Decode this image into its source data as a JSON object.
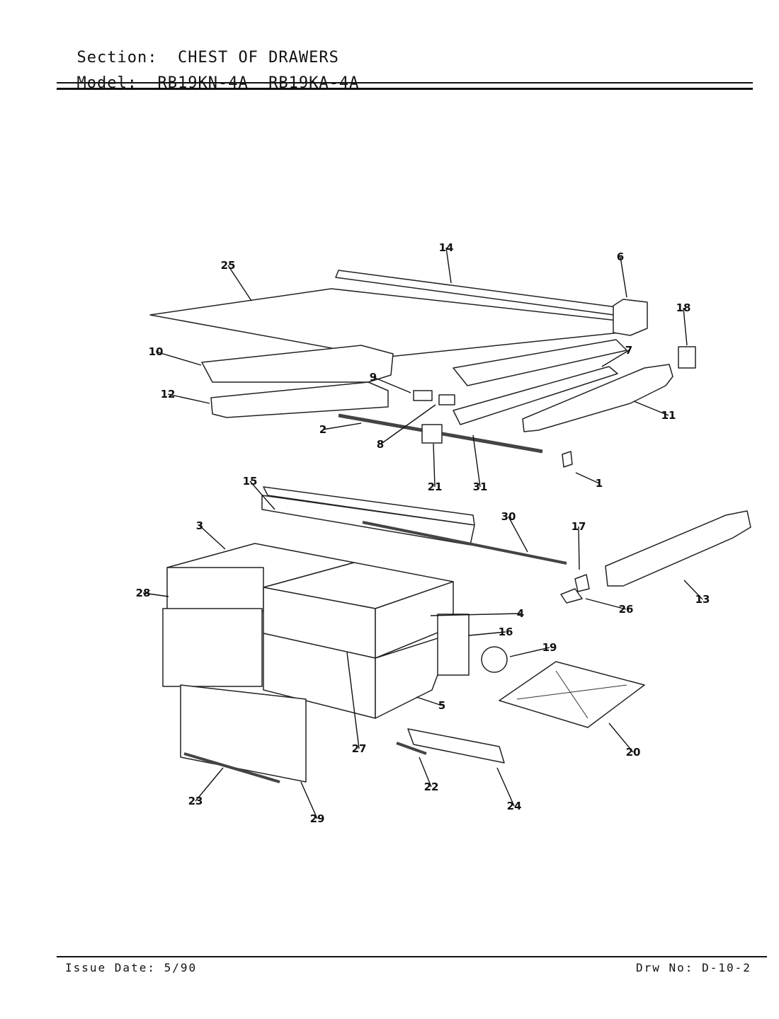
{
  "header": {
    "section_label": "Section:",
    "section_value": "CHEST OF DRAWERS",
    "model_label": "Model:",
    "model_value": "RB19KN-4A  RB19KA-4A"
  },
  "footer": {
    "issue_date": "Issue Date: 5/90",
    "drawing_no": "Drw No: D-10-2"
  },
  "callouts": [
    "14",
    "6",
    "25",
    "18",
    "10",
    "7",
    "9",
    "12",
    "11",
    "2",
    "8",
    "21",
    "31",
    "1",
    "15",
    "30",
    "3",
    "17",
    "28",
    "4",
    "16",
    "13",
    "26",
    "19",
    "27",
    "5",
    "20",
    "22",
    "23",
    "24",
    "29"
  ]
}
